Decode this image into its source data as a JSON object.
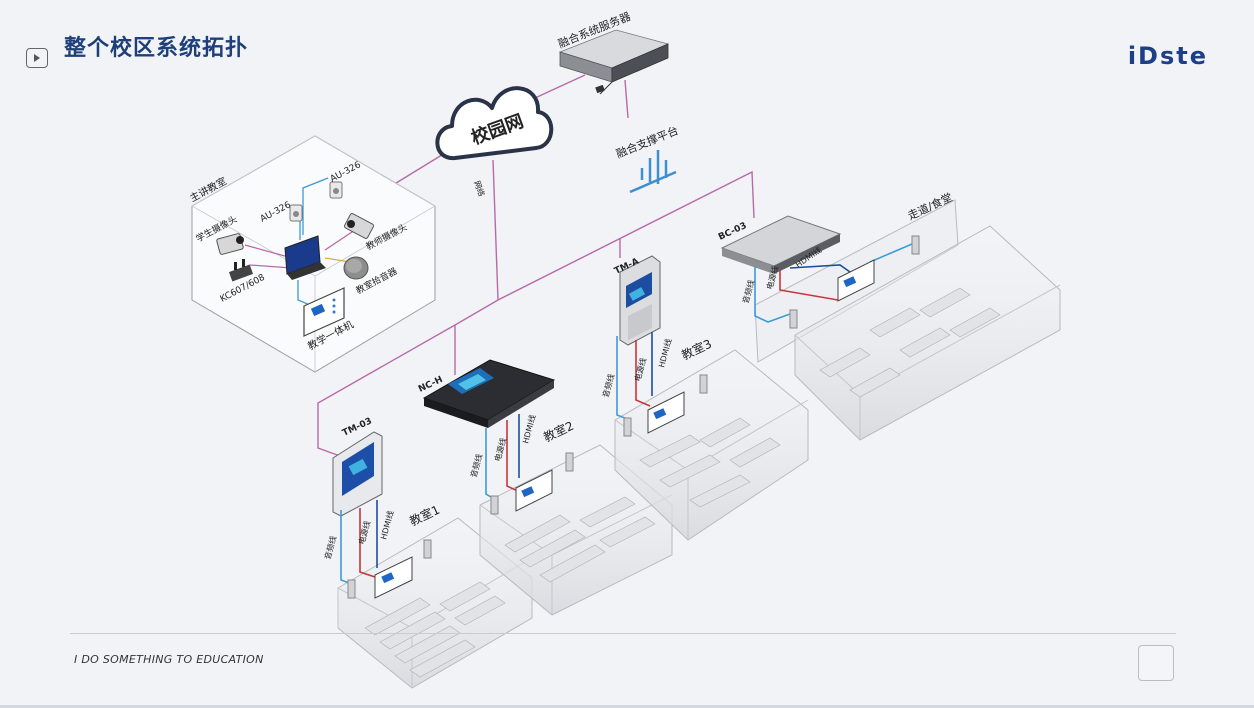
{
  "header": {
    "title": "整个校区系统拓扑",
    "logo": "iDste"
  },
  "cloud": {
    "label": "校园网"
  },
  "server": {
    "label": "融合系统服务器"
  },
  "platform": {
    "label": "融合支撑平台"
  },
  "network_label": "网络",
  "main_room": {
    "title": "主讲教室",
    "au_left": "AU-326",
    "au_right": "AU-326",
    "student_cam": "学生摄像头",
    "teacher_cam": "教师摄像头",
    "kc": "KC607/608",
    "pickup": "教室拾音器",
    "terminal": "教学一体机"
  },
  "devices": {
    "tm03": "TM-03",
    "nch": "NC-H",
    "tma": "TM-A",
    "bc03": "BC-03"
  },
  "rooms": {
    "room1": "教室1",
    "room2": "教室2",
    "room3": "教室3",
    "corridor": "走道/食堂"
  },
  "cables": {
    "audio": "音频线",
    "power": "电源线",
    "hdmi": "HDMI线"
  },
  "footer": {
    "slogan": "I DO SOMETHING TO EDUCATION"
  },
  "colors": {
    "title": "#1e3f7a",
    "network_line": "#b86aa6",
    "audio_line": "#3d9bd6",
    "power_line": "#c9363b",
    "hdmi_line": "#1c4f9e"
  }
}
